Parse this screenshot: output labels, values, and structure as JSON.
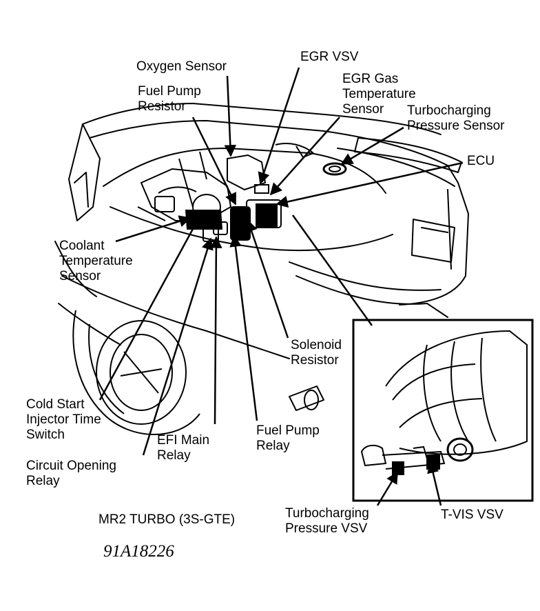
{
  "labels": {
    "oxygen_sensor": "Oxygen Sensor",
    "egr_vsv": "EGR VSV",
    "fuel_pump_resistor": [
      "Fuel Pump",
      "Resistor"
    ],
    "egr_gas_temp_sensor": [
      "EGR Gas",
      "Temperature",
      "Sensor"
    ],
    "turbo_pressure_sensor": [
      "Turbocharging",
      "Pressure Sensor"
    ],
    "ecu": "ECU",
    "coolant_temp_sensor": [
      "Coolant",
      "Temperature",
      "Sensor"
    ],
    "solenoid_resistor": [
      "Solenoid",
      "Resistor"
    ],
    "cold_start_switch": [
      "Cold Start",
      "Injector Time",
      "Switch"
    ],
    "efi_main_relay": [
      "EFI Main",
      "Relay"
    ],
    "fuel_pump_relay": [
      "Fuel Pump",
      "Relay"
    ],
    "circuit_opening_relay": [
      "Circuit Opening",
      "Relay"
    ],
    "turbo_pressure_vsv": [
      "Turbocharging",
      "Pressure VSV"
    ],
    "tvis_vsv": "T-VIS VSV"
  },
  "caption": "MR2 TURBO (3S-GTE)",
  "figure_code": "91A18226"
}
